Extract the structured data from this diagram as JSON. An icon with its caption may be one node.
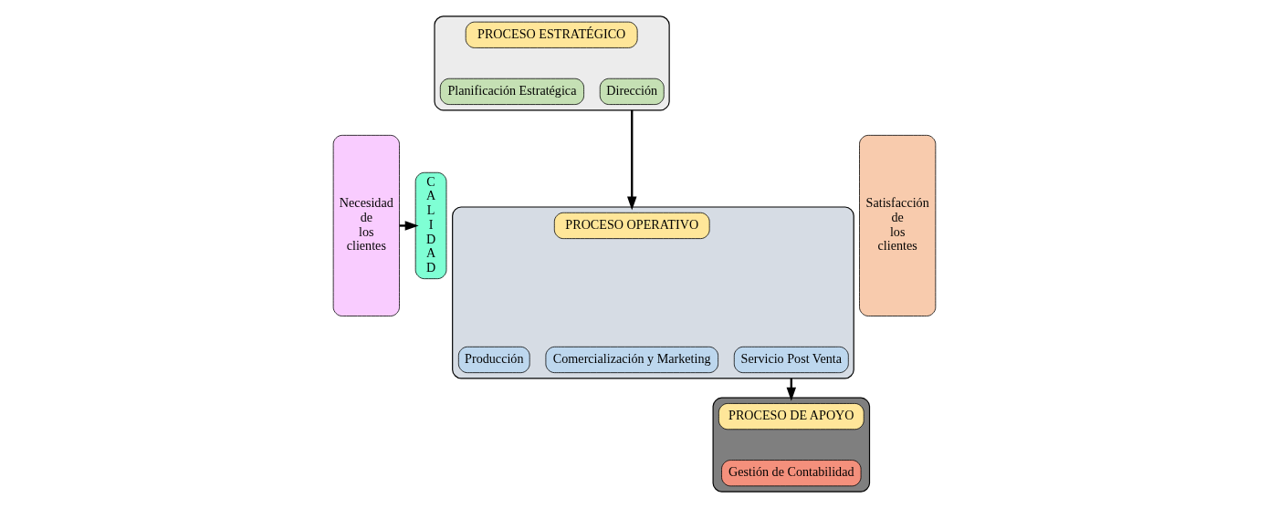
{
  "diagram": {
    "nodes": [
      {
        "text": [
          "Necesidad de los clientes"
        ]
      },
      {
        "text": [
          "CALIDAD"
        ]
      },
      {
        "text": [],
        "shape": "box"
      },
      {
        "text": [
          "PROCESO ESTRATÉGICO"
        ],
        "in": 2
      },
      {
        "text": [
          "Planificación Estratégica"
        ],
        "in": 2
      },
      {
        "text": [
          "Dirección"
        ],
        "in": 2
      },
      {
        "text": [],
        "shape": "box"
      },
      {
        "text": [
          "PROCESO OPERATIVO"
        ],
        "in": 6
      },
      {
        "text": [
          "Producción"
        ],
        "in": 6
      },
      {
        "text": [
          "Comercialización y Marketing"
        ],
        "in": 6
      },
      {
        "text": [
          "Servicio Post Venta"
        ],
        "in": 6
      },
      {
        "text": [],
        "shape": "box"
      },
      {
        "text": [
          "PROCESO DE APOYO"
        ],
        "in": 11
      },
      {
        "text": [
          "Gestión de Contabilidad"
        ],
        "in": 11
      },
      {
        "text": [
          "Satisfacción de los clientes"
        ]
      }
    ],
    "edges": [
      {
        "from": 0,
        "to": 1,
        "arrow": "to"
      },
      {
        "from": 2,
        "to": 6,
        "arrow": "to"
      },
      {
        "from": 6,
        "to": 11,
        "arrow": "to"
      }
    ]
  }
}
